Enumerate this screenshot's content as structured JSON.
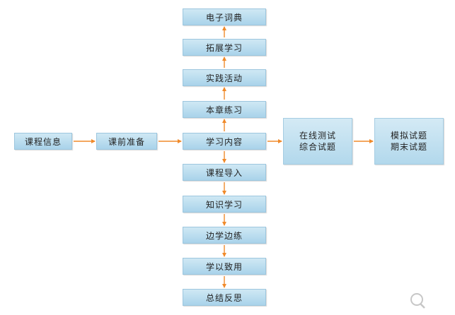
{
  "colors": {
    "arrow": "#f08a2a",
    "box_fill": "#bcdff0",
    "box_border": "#9cc6de",
    "text": "#222222"
  },
  "left_chain": [
    {
      "id": "course-info",
      "label": "课程信息"
    },
    {
      "id": "pre-class",
      "label": "课前准备"
    }
  ],
  "column_up": [
    {
      "id": "e-dictionary",
      "label": "电子词典"
    },
    {
      "id": "extended-study",
      "label": "拓展学习"
    },
    {
      "id": "practice-activity",
      "label": "实践活动"
    },
    {
      "id": "chapter-exercise",
      "label": "本章练习"
    }
  ],
  "center": {
    "id": "study-content",
    "label": "学习内容"
  },
  "column_down": [
    {
      "id": "course-intro",
      "label": "课程导入"
    },
    {
      "id": "knowledge-study",
      "label": "知识学习"
    },
    {
      "id": "learn-and-practice",
      "label": "边学边练"
    },
    {
      "id": "apply-learning",
      "label": "学以致用"
    },
    {
      "id": "summary-reflection",
      "label": "总结反思"
    }
  ],
  "right_chain": [
    {
      "id": "online-tests",
      "lines": [
        "在线测试",
        "综合试题"
      ]
    },
    {
      "id": "exams",
      "lines": [
        "模拟试题",
        "期末试题"
      ]
    }
  ],
  "watermark_icon": "search-logo-icon"
}
